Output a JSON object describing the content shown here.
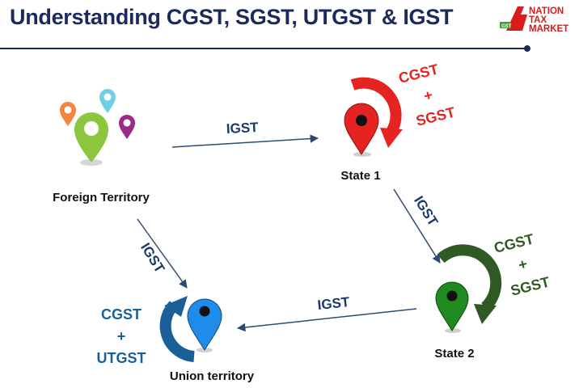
{
  "title": "Understanding CGST, SGST, UTGST & IGST",
  "logo": {
    "line1": "NATION",
    "line2": "TAX",
    "line3": "MARKET",
    "badge": "GST"
  },
  "nodes": {
    "foreign": {
      "label": "Foreign Territory"
    },
    "state1": {
      "label": "State 1"
    },
    "state2": {
      "label": "State 2"
    },
    "union": {
      "label": "Union territory"
    }
  },
  "edges": {
    "foreign_to_state1": "IGST",
    "state1_to_state2": "IGST",
    "state2_to_union": "IGST",
    "foreign_to_union": "IGST"
  },
  "intra_tax": {
    "state1": {
      "line1": "CGST",
      "plus": "+",
      "line2": "SGST"
    },
    "state2": {
      "line1": "CGST",
      "plus": "+",
      "line2": "SGST"
    },
    "union": {
      "line1": "CGST",
      "plus": "+",
      "line2": "UTGST"
    }
  },
  "colors": {
    "title": "#1b2a5c",
    "rule": "#1b2a5c",
    "arrow": "#2f4a72",
    "state1": "#e52421",
    "state2": "#2f5a23",
    "state2_pin": "#1f8a1f",
    "union": "#1a5f98",
    "union_pin": "#1e8ce8",
    "foreign_pin": "#8cc63f"
  }
}
